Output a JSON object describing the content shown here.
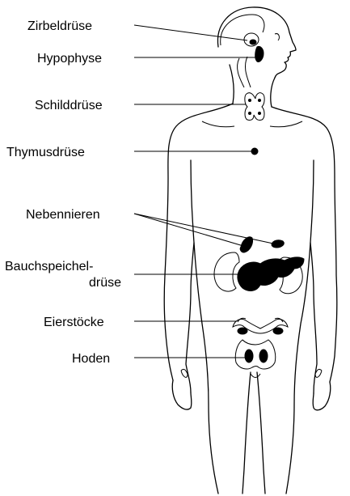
{
  "labels": {
    "zirbeldruese": "Zirbeldrüse",
    "hypophyse": "Hypophyse",
    "schilddruese": "Schilddrüse",
    "thymusdruese": "Thymusdrüse",
    "nebennieren": "Nebennieren",
    "bauchspeichel_line1": "Bauchspeichel-",
    "bauchspeichel_line2": "drüse",
    "eierstoecke": "Eierstöcke",
    "hoden": "Hoden"
  },
  "colors": {
    "ink": "#000000",
    "background": "#ffffff"
  }
}
